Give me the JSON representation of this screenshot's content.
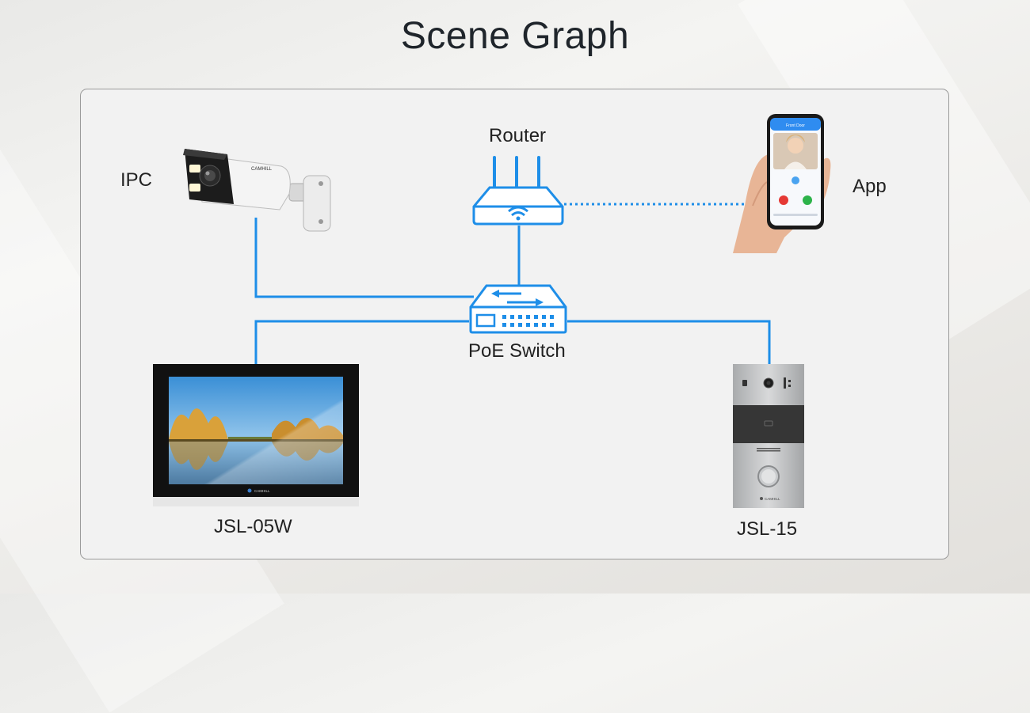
{
  "title": "Scene Graph",
  "nodes": {
    "ipc": "IPC",
    "router": "Router",
    "app": "App",
    "switch": "PoE Switch",
    "monitor": "JSL-05W",
    "doorbell": "JSL-15"
  },
  "phone_screen": {
    "header": "Front Door"
  },
  "colors": {
    "link": "#1e8ee8",
    "device_outline": "#1e8ee8",
    "title": "#1f252b"
  }
}
